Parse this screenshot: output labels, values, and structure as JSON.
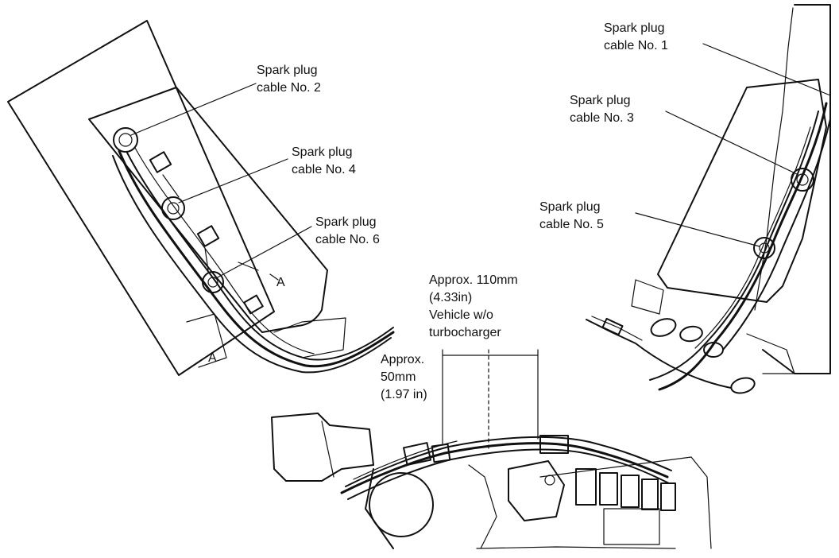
{
  "labels": {
    "cable2": [
      "Spark plug",
      "cable No. 2"
    ],
    "cable4": [
      "Spark plug",
      "cable No. 4"
    ],
    "cable6": [
      "Spark plug",
      "cable No. 6"
    ],
    "cable1": [
      "Spark plug",
      "cable No. 1"
    ],
    "cable3": [
      "Spark plug",
      "cable No. 3"
    ],
    "cable5": [
      "Spark plug",
      "cable No. 5"
    ],
    "approx110": [
      "Approx. 110mm",
      "(4.33in)",
      "Vehicle w/o",
      "turbocharger"
    ],
    "approx50": [
      "Approx.",
      "50mm",
      "(1.97 in)"
    ],
    "section_mark": "A"
  }
}
